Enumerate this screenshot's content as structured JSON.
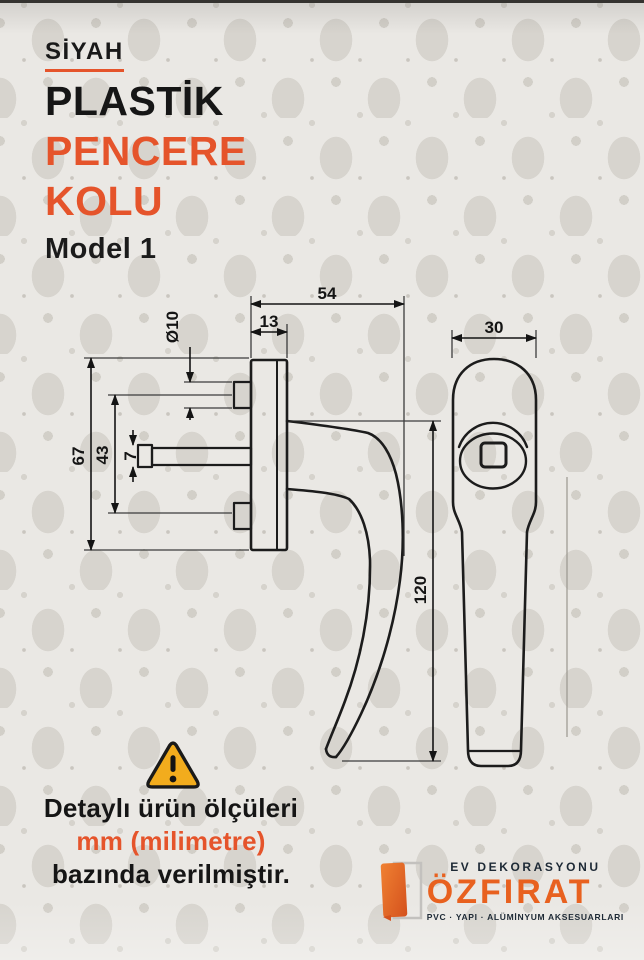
{
  "colors": {
    "accent": "#E5542B",
    "logo_navy": "#1D2935",
    "logo_orange": "#E8611F",
    "warning_yellow": "#F2AC1D",
    "ink": "#161616"
  },
  "header": {
    "tag": "SİYAH",
    "line1": "PLASTİK",
    "line2": "PENCERE",
    "line3": "KOLU",
    "model": "Model 1"
  },
  "drawing": {
    "dims": {
      "depth_total": "54",
      "plate_thickness": "13",
      "screw_diameter": "Ø10",
      "plate_height": "67",
      "screw_span": "43",
      "spindle": "7",
      "handle_length": "120",
      "front_width": "30"
    }
  },
  "notice": {
    "line1": "Detaylı ürün ölçüleri",
    "line2": "mm (milimetre)",
    "line3": "bazında verilmiştir."
  },
  "logo": {
    "tagline_top": "EV DEKORASYONU",
    "brand": "ÖZFIRAT",
    "tagline_bottom": "PVC · YAPI · ALÜMİNYUM AKSESUARLARI"
  }
}
